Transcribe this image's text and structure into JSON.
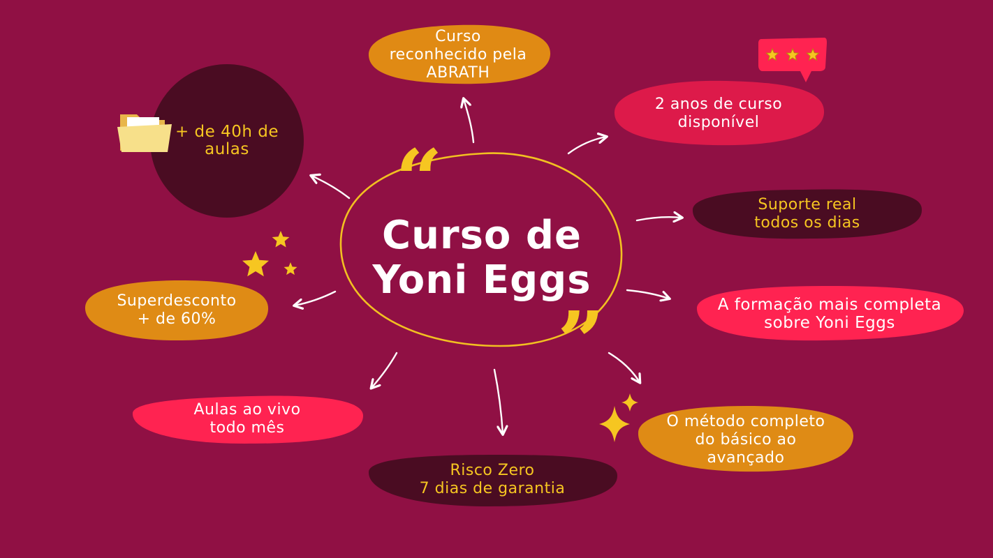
{
  "title": {
    "lines": [
      "Curso de",
      "Yoni Eggs"
    ],
    "open_quote": "“",
    "close_quote": "”"
  },
  "nodes": {
    "abrath": {
      "lines": [
        "Curso",
        "reconhecido pela",
        "ABRATH"
      ],
      "fill": "#e08a14",
      "text_color": "#ffffff"
    },
    "dois_anos": {
      "lines": [
        "2 anos de curso",
        "disponível"
      ],
      "fill": "#dd1a4a",
      "text_color": "#ffffff"
    },
    "suporte": {
      "lines": [
        "Suporte real",
        "todos os dias"
      ],
      "fill": "#4a0c22",
      "text_color": "#f6c621"
    },
    "formacao": {
      "lines": [
        "A formação mais completa",
        "sobre Yoni Eggs"
      ],
      "fill": "#ff2351",
      "text_color": "#ffffff"
    },
    "metodo": {
      "lines": [
        "O método completo",
        "do básico ao",
        "avançado"
      ],
      "fill": "#df8b15",
      "text_color": "#ffffff"
    },
    "risco": {
      "lines": [
        "Risco Zero",
        "7 dias de garantia"
      ],
      "fill": "#4a0c22",
      "text_color": "#f6c621"
    },
    "aulas_vivo": {
      "lines": [
        "Aulas ao vivo",
        "todo mês"
      ],
      "fill": "#ff2351",
      "text_color": "#ffffff"
    },
    "super": {
      "lines": [
        "Superdesconto",
        "+ de 60%"
      ],
      "fill": "#df8b15",
      "text_color": "#ffffff"
    },
    "horas": {
      "lines": [
        "+ de 40h de",
        "aulas"
      ],
      "fill": "#4a0c22",
      "text_color": "#f6c621"
    }
  },
  "rating_stars": 3,
  "colors": {
    "background": "#901044",
    "ring": "#f2c021",
    "star": "#f6c621",
    "arrow": "#ffffff",
    "rating_bubble": "#ff2351",
    "folder": "#f7e08a"
  }
}
